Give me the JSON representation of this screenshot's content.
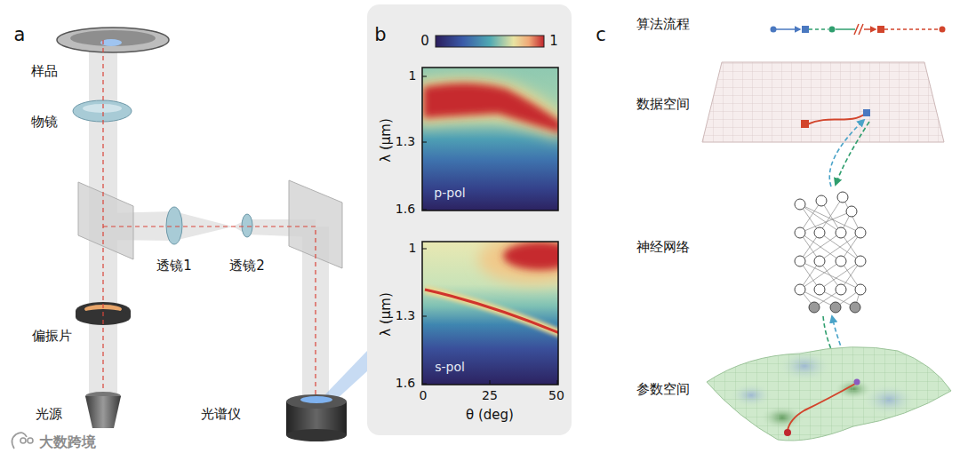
{
  "diagram": {
    "labels": [
      "a",
      "b",
      "c",
      "样品",
      "物镜",
      "透镜1",
      "透镜2",
      "偏振片",
      "光源",
      "光谱仪",
      "0",
      "1",
      "λ (μm)",
      "1",
      "1.3",
      "1.6",
      "p-pol",
      "λ (μm)",
      "1",
      "1.3",
      "1.6",
      "s-pol",
      "0",
      "25",
      "50",
      "θ (deg)",
      "算法流程",
      "数据空间",
      "神经网络",
      "参数空间",
      "大数跨境"
    ]
  }
}
